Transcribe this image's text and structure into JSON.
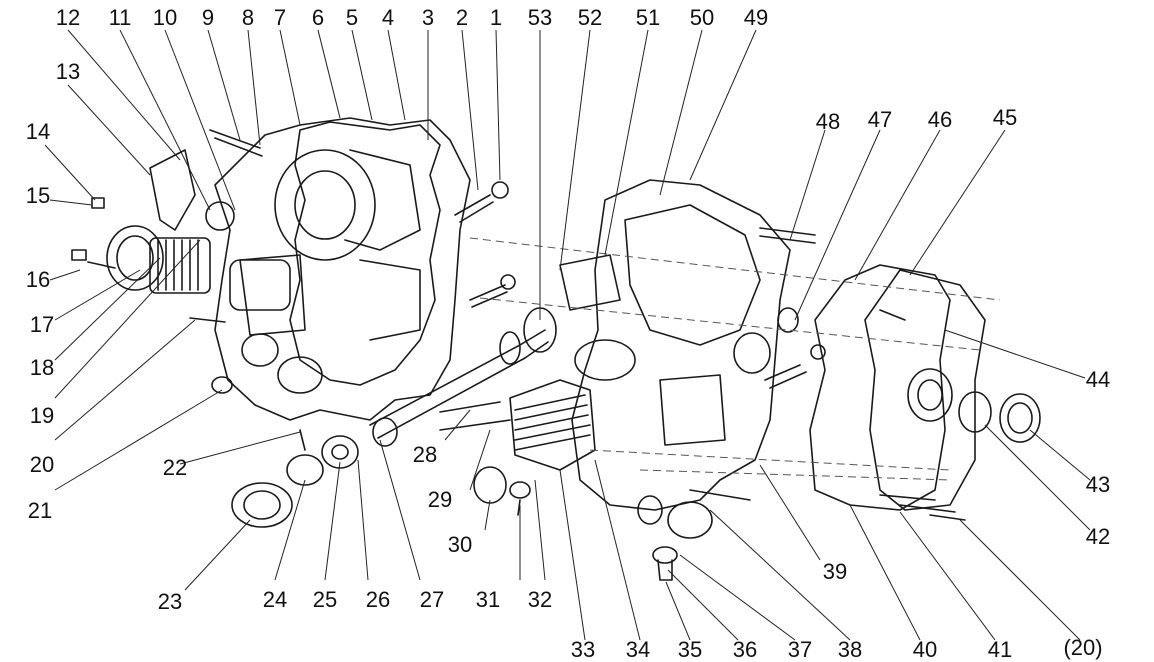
{
  "callouts": [
    "12",
    "11",
    "10",
    "9",
    "8",
    "7",
    "6",
    "5",
    "4",
    "3",
    "2",
    "1",
    "53",
    "52",
    "51",
    "50",
    "49",
    "13",
    "14",
    "15",
    "16",
    "17",
    "18",
    "19",
    "20",
    "21",
    "22",
    "23",
    "24",
    "25",
    "26",
    "27",
    "28",
    "29",
    "30",
    "31",
    "32",
    "33",
    "34",
    "35",
    "36",
    "37",
    "38",
    "39",
    "40",
    "41",
    "(20)",
    "42",
    "43",
    "44",
    "45",
    "46",
    "47",
    "48"
  ]
}
